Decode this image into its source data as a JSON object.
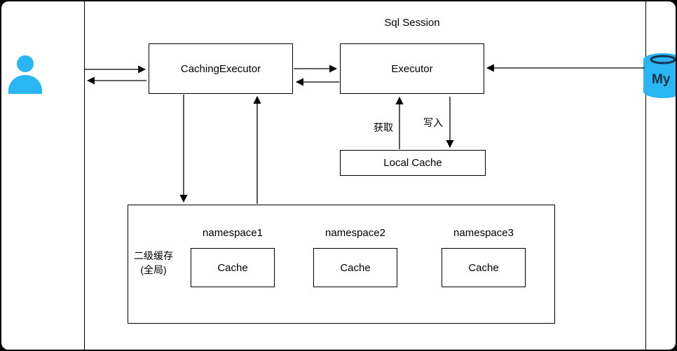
{
  "session": {
    "title": "Sql Session"
  },
  "nodes": {
    "caching_executor": "CachingExecutor",
    "executor": "Executor",
    "local_cache": "Local Cache"
  },
  "second_level_cache": {
    "label_line1": "二级缓存",
    "label_line2": "(全局)",
    "namespaces": [
      {
        "name": "namespace1",
        "cache": "Cache"
      },
      {
        "name": "namespace2",
        "cache": "Cache"
      },
      {
        "name": "namespace3",
        "cache": "Cache"
      }
    ]
  },
  "edges": {
    "fetch_label": "获取",
    "write_label": "写入"
  },
  "icons": {
    "user": "user-icon",
    "database": "mysql-database-icon",
    "database_text": "My"
  },
  "colors": {
    "icon_accent": "#29B6F2",
    "database_text_color": "#16324C",
    "line": "#000000",
    "background": "#FFFFFF"
  }
}
